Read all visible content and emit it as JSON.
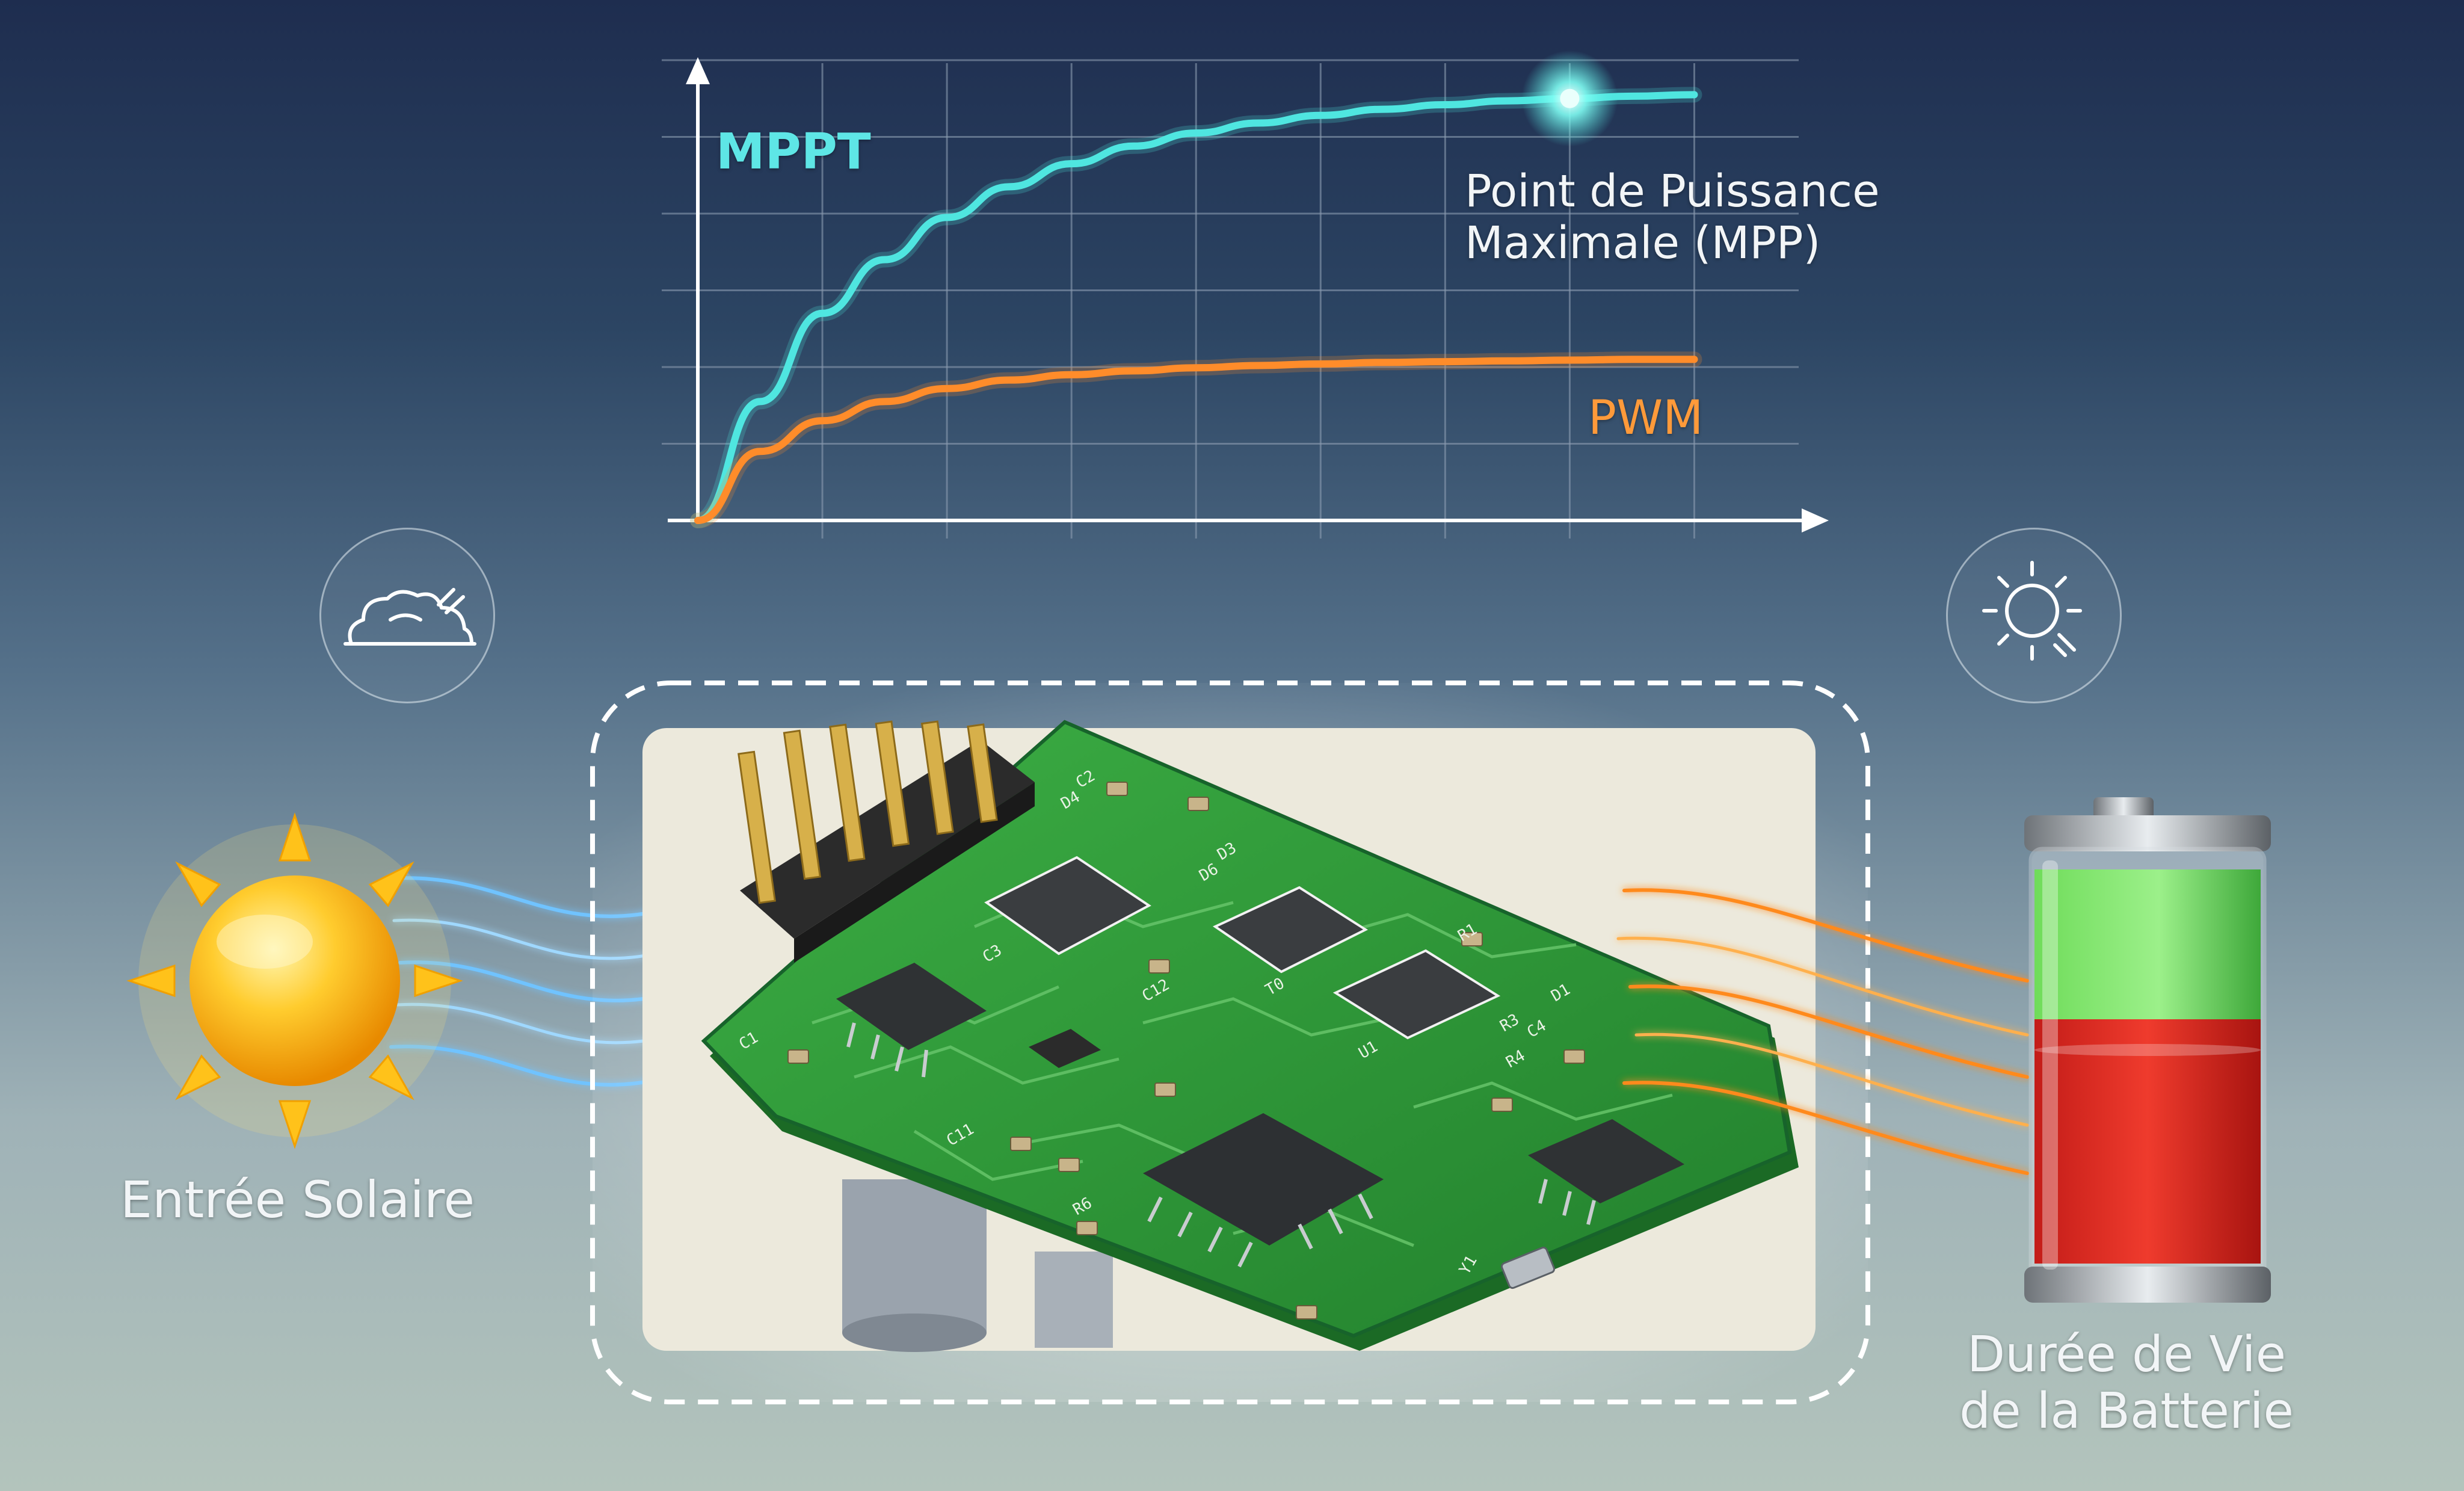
{
  "chart": {
    "series_mppt": "MPPT",
    "series_pwm": "PWM",
    "peak_label_line1": "Point de Puissance",
    "peak_label_line2": "Maximale (MPP)",
    "colors": {
      "mppt": "#4fe6e0",
      "pwm": "#ff8c2a",
      "axis": "#ffffff",
      "grid": "#8a9bb0"
    }
  },
  "chart_data": {
    "type": "line",
    "title": "",
    "xlabel": "",
    "ylabel": "",
    "grid": true,
    "xlim": [
      0,
      8.5
    ],
    "ylim": [
      0,
      6
    ],
    "x": [
      0,
      0.5,
      1,
      1.5,
      2,
      2.5,
      3,
      3.5,
      4,
      4.5,
      5,
      5.5,
      6,
      6.5,
      7,
      7.5,
      8
    ],
    "series": [
      {
        "name": "MPPT",
        "values": [
          0,
          1.55,
          2.7,
          3.4,
          3.95,
          4.35,
          4.65,
          4.88,
          5.05,
          5.18,
          5.28,
          5.36,
          5.42,
          5.47,
          5.5,
          5.53,
          5.55
        ]
      },
      {
        "name": "PWM",
        "values": [
          0,
          0.9,
          1.3,
          1.55,
          1.72,
          1.83,
          1.9,
          1.95,
          1.99,
          2.02,
          2.04,
          2.06,
          2.07,
          2.08,
          2.09,
          2.1,
          2.1
        ]
      }
    ],
    "annotations": [
      {
        "series": "MPPT",
        "x": 7,
        "y": 5.5,
        "text": "Point de Puissance Maximale (MPP)"
      }
    ]
  },
  "diagram": {
    "solar_input_label": "Entrée Solaire",
    "battery_label_line1": "Durée de Vie",
    "battery_label_line2": "de la Batterie",
    "icons": [
      "cloudy-weather-icon",
      "sunny-weather-icon",
      "sun-icon",
      "battery-icon",
      "circuit-board"
    ],
    "battery_level_green_fraction": 0.38,
    "battery_level_red_fraction": 0.62,
    "colors": {
      "solar_flow": "#6fc3ff",
      "battery_flow": "#ff8a1f",
      "board": "#2f9a3a",
      "battery_green": "#47c94a",
      "battery_red": "#d9231f"
    },
    "board_labels": [
      "C1",
      "C2",
      "C3",
      "C4",
      "C11",
      "C12",
      "D1",
      "D3",
      "D4",
      "D6",
      "R1",
      "R3",
      "R4",
      "R6",
      "U1",
      "Y1",
      "T0"
    ]
  }
}
